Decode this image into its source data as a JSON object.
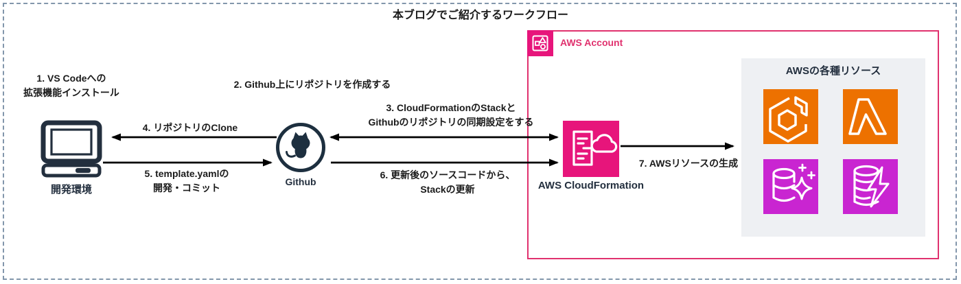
{
  "diagram": {
    "title": "本ブログでご紹介するワークフロー",
    "steps": {
      "s1": "1. VS Codeへの\n拡張機能インストール",
      "s2": "2. Github上にリポジトリを作成する",
      "s3": "3. CloudFormationのStackと\nGithubのリポジトリの同期設定をする",
      "s4": "4. リポジトリのClone",
      "s5": "5. template.yamlの\n開発・コミット",
      "s6": "6. 更新後のソースコードから、\nStackの更新",
      "s7": "7. AWSリソースの生成"
    },
    "nodes": {
      "dev_env": {
        "label": "開発環境",
        "icon": "computer-icon"
      },
      "github": {
        "label": "Github",
        "icon": "github-icon"
      },
      "cloudformation": {
        "label": "AWS CloudFormation",
        "icon": "cloudformation-icon"
      }
    },
    "aws_account": {
      "label": "AWS Account",
      "icon": "aws-account-icon"
    },
    "resources_box": {
      "title": "AWSの各種リソース",
      "icons": [
        "container-service-icon",
        "lambda-icon",
        "database-sparkle-icon",
        "database-lightning-icon"
      ]
    },
    "colors": {
      "pink_icon": "#E7157B",
      "pink_border": "#E0316E",
      "orange": "#ED7100",
      "purple": "#C925D1",
      "navy": "#232F3E",
      "gray_box": "#EEF0F3",
      "dash_border": "#8296AB"
    }
  }
}
